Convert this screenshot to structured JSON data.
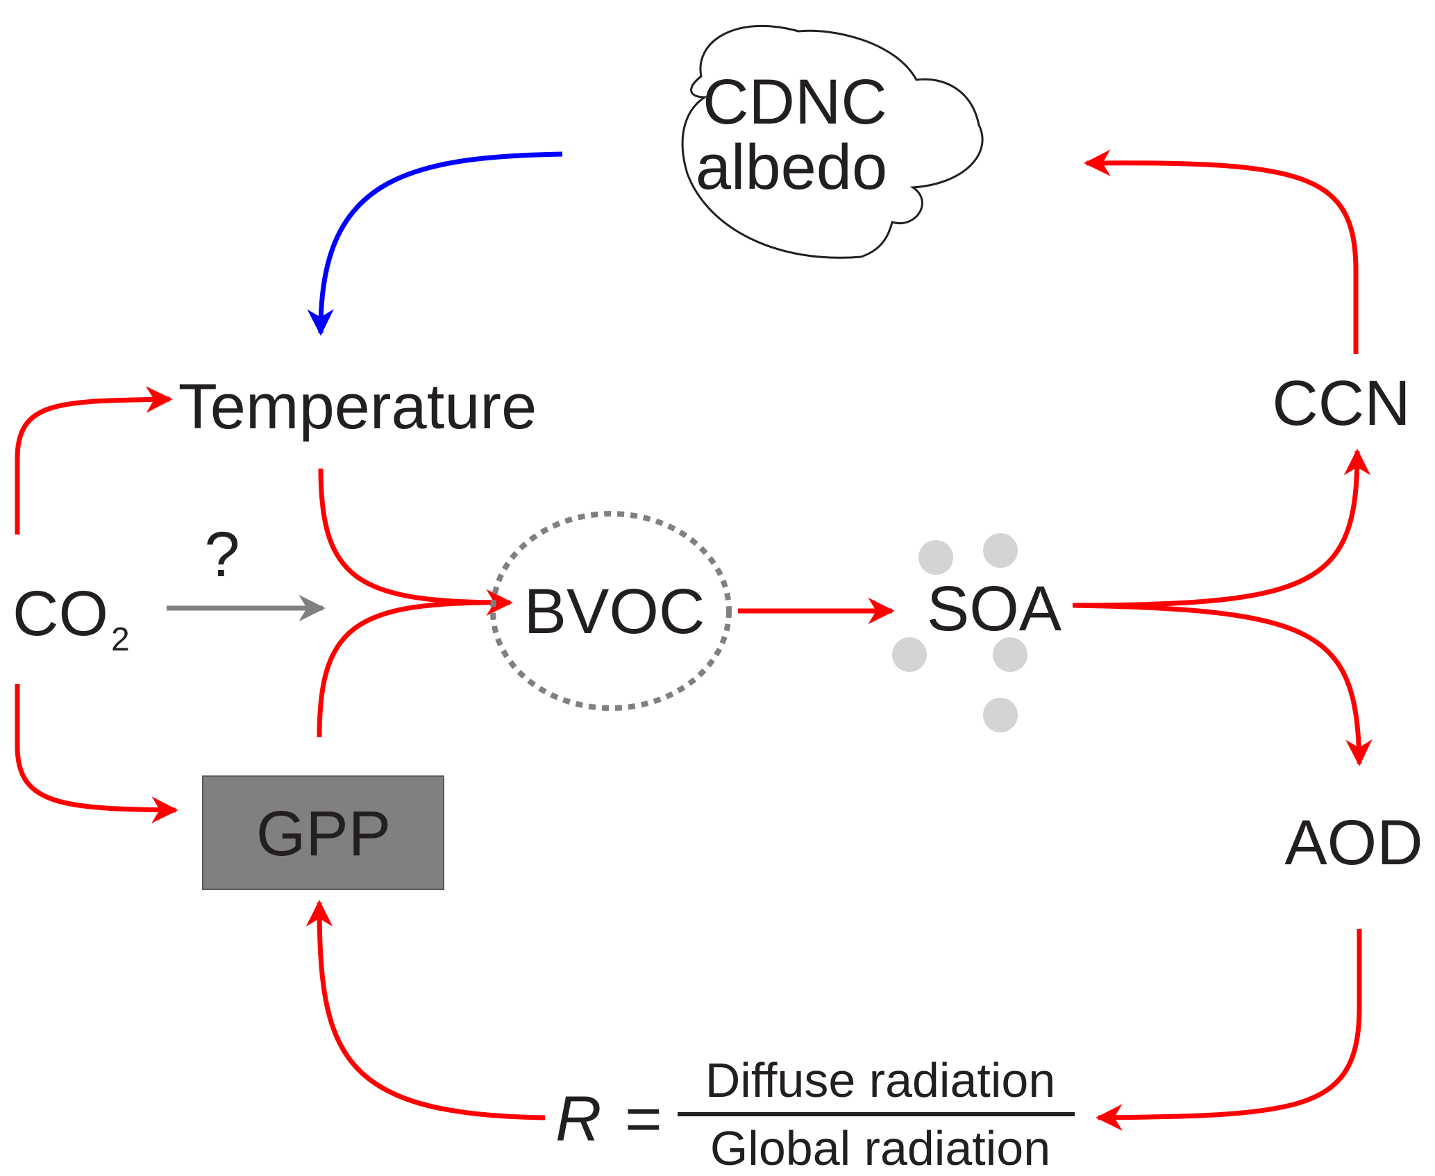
{
  "colors": {
    "positive_arrow": "#ff0000",
    "negative_arrow": "#0000ff",
    "uncertain_arrow": "#808080",
    "text": "#231f20",
    "gpp_box": "#808080",
    "soa_particles": "#d4d4d4",
    "bvoc_ring": "#808080"
  },
  "nodes": {
    "cloud_line1": "CDNC",
    "cloud_line2": "albedo",
    "temperature": "Temperature",
    "co2_base": "CO",
    "co2_subscript": "2",
    "question": "?",
    "bvoc": "BVOC",
    "soa": "SOA",
    "ccn": "CCN",
    "aod": "AOD",
    "gpp": "GPP"
  },
  "ratio": {
    "symbol": "R",
    "equals": "=",
    "numerator": "Diffuse radiation",
    "denominator": "Global radiation"
  }
}
